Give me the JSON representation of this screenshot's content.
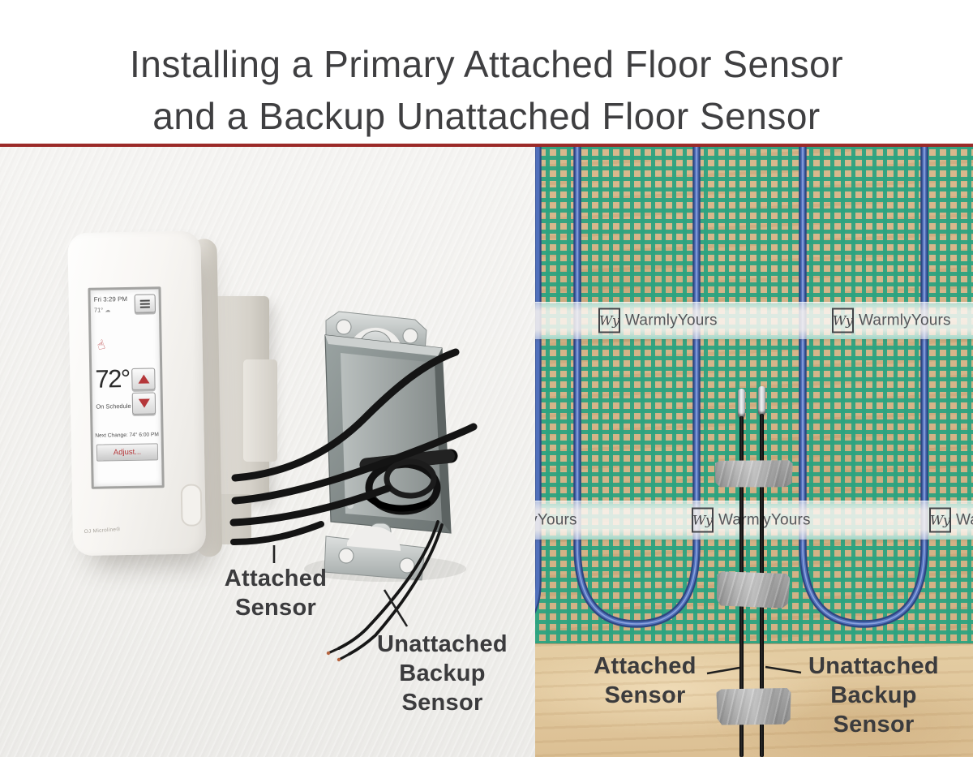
{
  "title": {
    "line1": "Installing a Primary Attached Floor Sensor",
    "line2": "and a Backup Unattached Floor Sensor"
  },
  "left_panel": {
    "thermostat": {
      "datetime": "Fri 3:29 PM",
      "outdoor_temp": "71°",
      "setpoint_temp": "72°",
      "mode": "On Schedule",
      "next_change": "Next Change: 74°  6:00 PM",
      "adjust_label": "Adjust...",
      "brand": "OJ Microline®"
    },
    "attached_label": [
      "Attached",
      "Sensor"
    ],
    "unattached_label": [
      "Unattached",
      "Backup",
      "Sensor"
    ]
  },
  "right_panel": {
    "brand": "WarmlyYours",
    "brand_monogram": "Wy",
    "attached_label": [
      "Attached",
      "Sensor"
    ],
    "unattached_label": [
      "Unattached",
      "Backup",
      "Sensor"
    ]
  },
  "colors": {
    "rule_red": "#9b2a28",
    "mesh_green": "#2ca380",
    "cable_blue": "#5170bb",
    "label_text": "#3b3b3d",
    "thermostat_accent_red": "#b5373a"
  }
}
